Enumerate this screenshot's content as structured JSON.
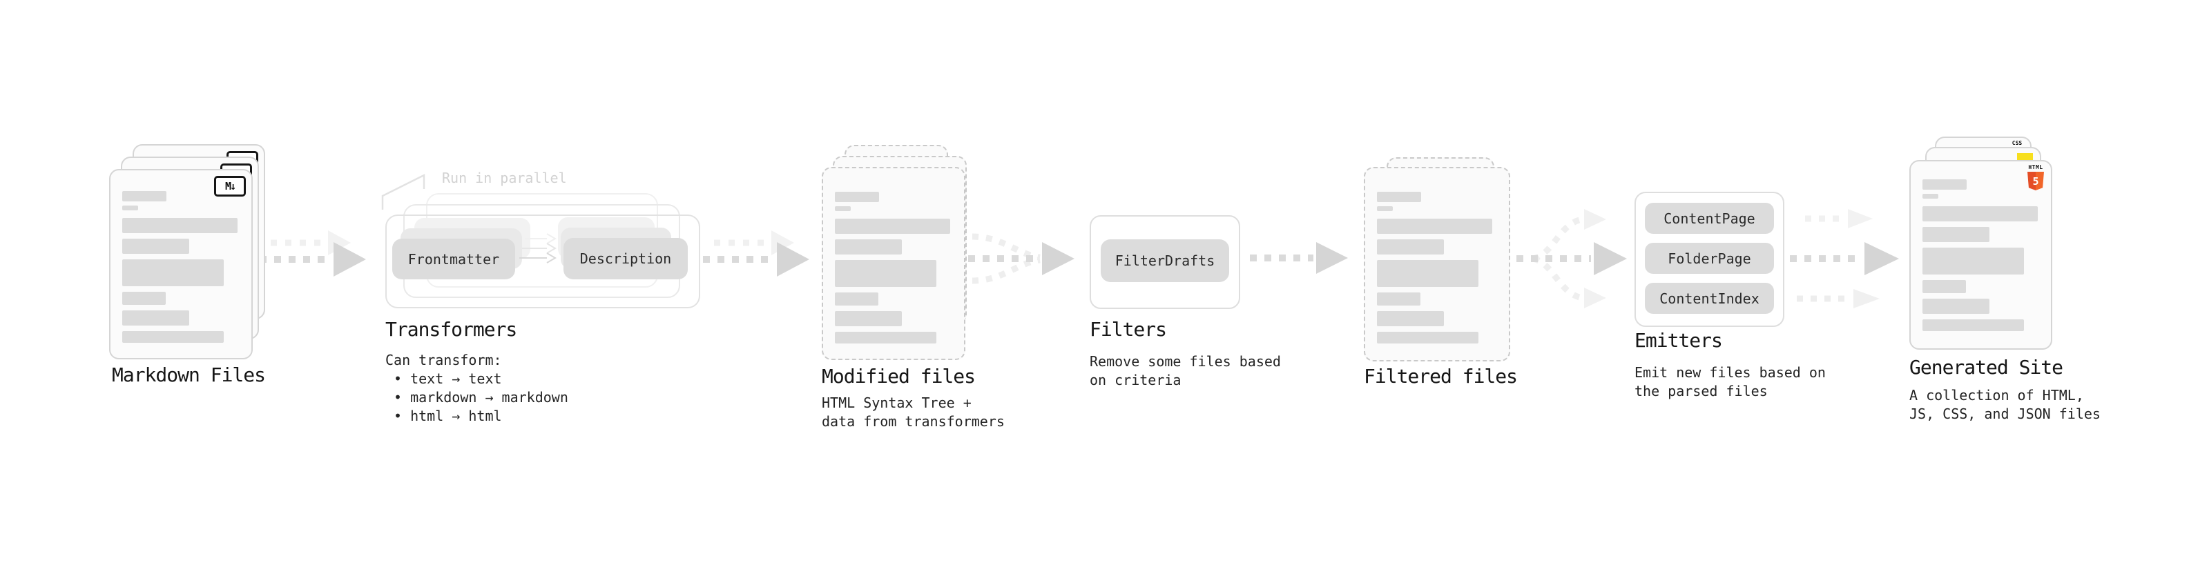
{
  "sections": {
    "markdown_files": {
      "title": "Markdown Files"
    },
    "transformers": {
      "title": "Transformers",
      "annotation": "Run in parallel",
      "step_from": "Frontmatter",
      "step_to": "Description",
      "caption": "Can transform:",
      "bullets": [
        "• text → text",
        "• markdown → markdown",
        "• html → html"
      ]
    },
    "modified_files": {
      "title": "Modified files",
      "caption": "HTML Syntax Tree +\ndata from transformers"
    },
    "filters": {
      "title": "Filters",
      "filter_name": "FilterDrafts",
      "caption": "Remove some files based\non criteria"
    },
    "filtered_files": {
      "title": "Filtered files"
    },
    "emitters": {
      "title": "Emitters",
      "emitter_names": [
        "ContentPage",
        "FolderPage",
        "ContentIndex"
      ],
      "caption": "Emit new files based on\nthe parsed files"
    },
    "generated_site": {
      "title": "Generated Site",
      "caption": "A collection of HTML,\nJS, CSS, and JSON files"
    }
  },
  "icons": {
    "markdown_badge": "M↓",
    "html5_label": "HTML",
    "html5_number": "5",
    "css_label": "CSS"
  },
  "colors": {
    "html5_orange": "#e44d26",
    "js_yellow": "#f7df1e",
    "css_blue": "#2965f1",
    "arrow_gray": "#dadada",
    "ghost_gray": "#f0f0f0",
    "chip_gray": "#dcdcdc"
  }
}
